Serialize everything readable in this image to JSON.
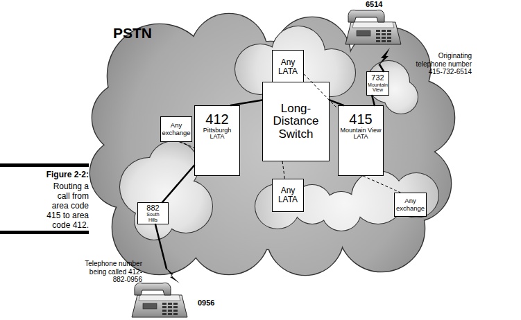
{
  "diagram": {
    "caption": "Routing a call from area code 415 to area code 412.",
    "nodes": [
      {
        "text": [
          "PSTN"
        ]
      },
      {
        "text": [
          "Any LATA"
        ],
        "in": 0
      },
      {
        "text": [
          "732",
          "Mountain View"
        ],
        "in": 0
      },
      {
        "text": [
          "Any exchange"
        ],
        "in": 0
      },
      {
        "text": [
          "412",
          "Pittsburgh LATA"
        ],
        "in": 0
      },
      {
        "text": [
          "Long-Distance Switch"
        ],
        "in": 0
      },
      {
        "text": [
          "415",
          "Mountain View LATA"
        ],
        "in": 0
      },
      {
        "text": [
          "Any LATA"
        ],
        "in": 0
      },
      {
        "text": [
          "Any exchange"
        ],
        "in": 0
      },
      {
        "text": [
          "882",
          "South Hills"
        ],
        "in": 0
      }
    ],
    "edges": [
      {
        "from": 9,
        "to": 4,
        "arrow": "none"
      },
      {
        "from": 4,
        "to": 5,
        "arrow": "none"
      },
      {
        "from": 5,
        "to": 6,
        "arrow": "none"
      },
      {
        "from": 6,
        "to": 2,
        "arrow": "none"
      },
      {
        "from": 3,
        "to": 4,
        "arrow": "none"
      },
      {
        "from": 1,
        "to": 6,
        "arrow": "none"
      },
      {
        "from": 5,
        "to": 7,
        "arrow": "none"
      },
      {
        "from": 6,
        "to": 8,
        "arrow": "none"
      }
    ],
    "labels": [
      "6514",
      "Originating telephone number 415-732-6514",
      "Figure 2-2:",
      "Telephone number being called 412-882-0956",
      "0956"
    ]
  }
}
